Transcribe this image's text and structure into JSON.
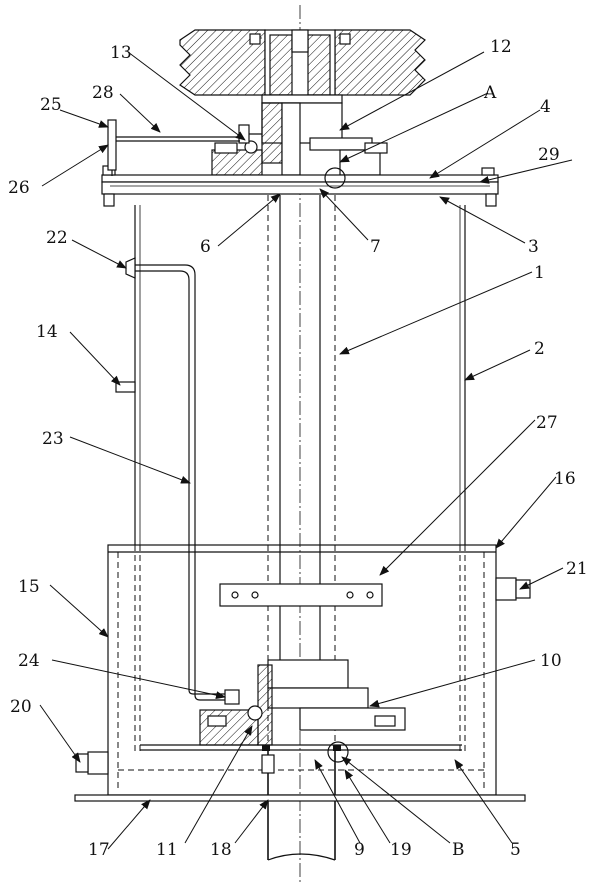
{
  "labels": [
    {
      "id": "13",
      "text": "13"
    },
    {
      "id": "12",
      "text": "12"
    },
    {
      "id": "28",
      "text": "28"
    },
    {
      "id": "25",
      "text": "25"
    },
    {
      "id": "A",
      "text": "A"
    },
    {
      "id": "4",
      "text": "4"
    },
    {
      "id": "29",
      "text": "29"
    },
    {
      "id": "26",
      "text": "26"
    },
    {
      "id": "22",
      "text": "22"
    },
    {
      "id": "6",
      "text": "6"
    },
    {
      "id": "7",
      "text": "7"
    },
    {
      "id": "3",
      "text": "3"
    },
    {
      "id": "1",
      "text": "1"
    },
    {
      "id": "14",
      "text": "14"
    },
    {
      "id": "2",
      "text": "2"
    },
    {
      "id": "23",
      "text": "23"
    },
    {
      "id": "27",
      "text": "27"
    },
    {
      "id": "16",
      "text": "16"
    },
    {
      "id": "21",
      "text": "21"
    },
    {
      "id": "15",
      "text": "15"
    },
    {
      "id": "10",
      "text": "10"
    },
    {
      "id": "24",
      "text": "24"
    },
    {
      "id": "20",
      "text": "20"
    },
    {
      "id": "17",
      "text": "17"
    },
    {
      "id": "11",
      "text": "11"
    },
    {
      "id": "18",
      "text": "18"
    },
    {
      "id": "9",
      "text": "9"
    },
    {
      "id": "19",
      "text": "19"
    },
    {
      "id": "B",
      "text": "B"
    },
    {
      "id": "5",
      "text": "5"
    }
  ]
}
